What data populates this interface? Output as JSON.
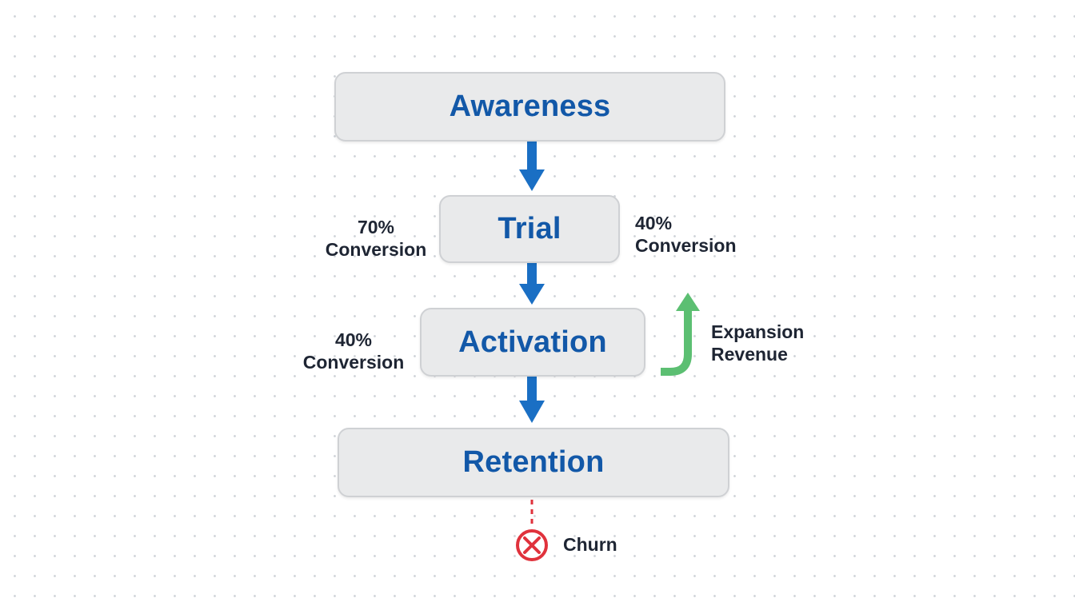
{
  "stages": {
    "awareness": "Awareness",
    "trial": "Trial",
    "activation": "Activation",
    "retention": "Retention"
  },
  "annotations": {
    "trial_left": {
      "percent": "70%",
      "label": "Conversion"
    },
    "trial_right": {
      "percent": "40%",
      "label": "Conversion"
    },
    "activation_left": {
      "percent": "40%",
      "label": "Conversion"
    },
    "expansion": {
      "line1": "Expansion",
      "line2": "Revenue"
    },
    "churn": "Churn"
  },
  "colors": {
    "stage_text": "#1258a8",
    "flow_arrow": "#1a6fc4",
    "expansion_arrow": "#5cbf72",
    "churn": "#e0323c",
    "annotation_text": "#1e2533"
  },
  "icons": {
    "churn": "x-circle-icon",
    "expansion": "curved-up-arrow-icon"
  }
}
